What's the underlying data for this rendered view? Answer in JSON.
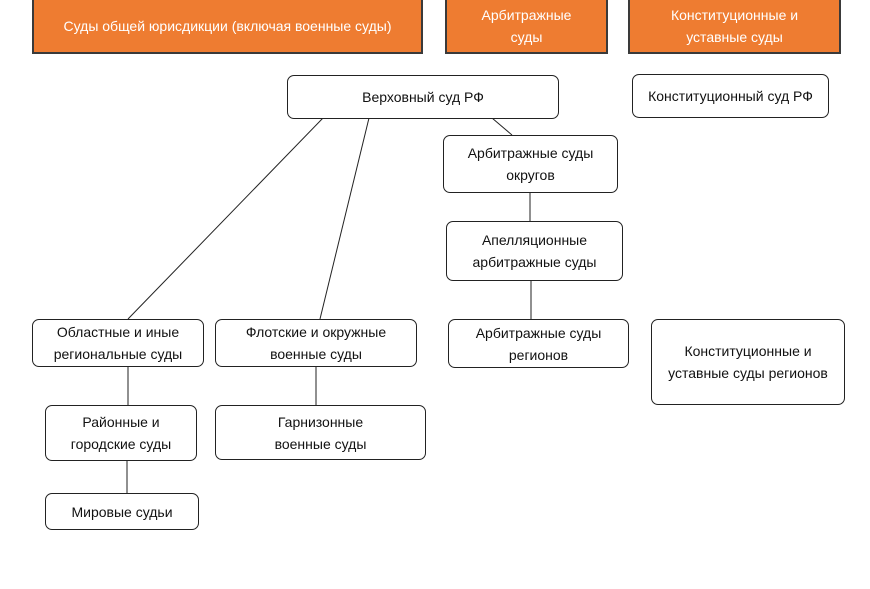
{
  "colors": {
    "header_fill": "#ee7c31",
    "header_border": "#3a3a3a",
    "header_text": "#ffffff",
    "node_border": "#222222",
    "node_text": "#111111"
  },
  "headers": {
    "general": "Суды общей юрисдикции (включая военные суды)",
    "arbitration": "Арбитражные суды",
    "constitutional": "Конституционные и уставные суды"
  },
  "nodes": {
    "supreme": "Верховный суд РФ",
    "constitutional_rf": "Конституционный суд РФ",
    "arb_district": "Арбитражные суды округов",
    "arb_appeal": "Апелляционные арбитражные суды",
    "arb_regional": "Арбитражные суды регионов",
    "const_regional": "Конституционные и уставные суды регионов",
    "regional_courts": "Областные и иные региональные суды",
    "naval_military": "Флотские и окружные военные суды",
    "district_city": "Районные и городские суды",
    "garrison": "Гарнизонные военные суды",
    "magistrates": "Мировые судьи"
  }
}
